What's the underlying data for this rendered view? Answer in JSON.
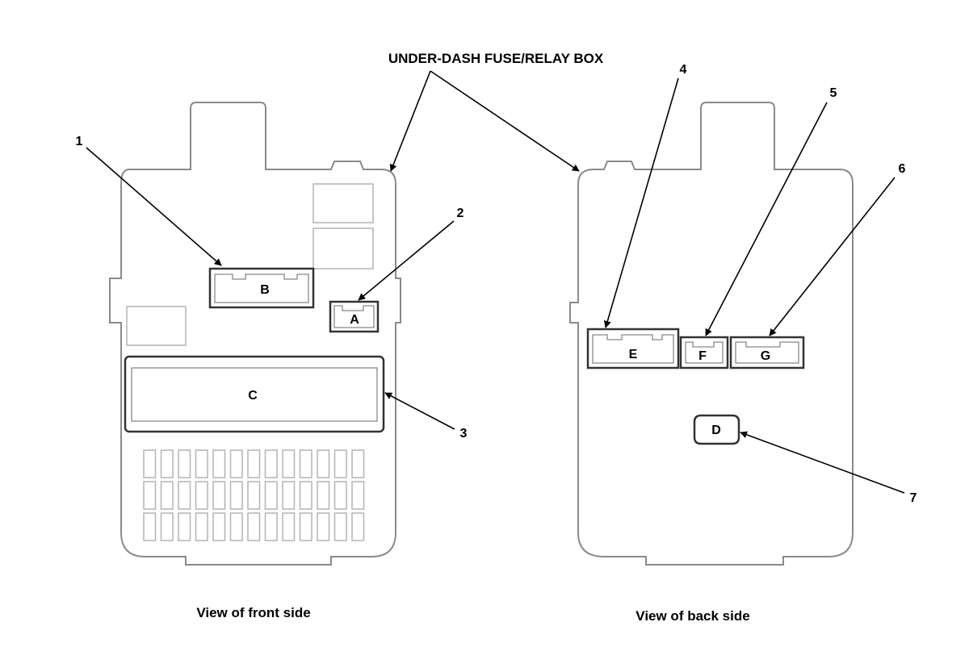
{
  "title": "UNDER-DASH FUSE/RELAY BOX",
  "captions": {
    "front": "View of front side",
    "back": "View of back side"
  },
  "callouts": [
    "1",
    "2",
    "3",
    "4",
    "5",
    "6",
    "7"
  ],
  "connectors": {
    "a": "A",
    "b": "B",
    "c": "C",
    "d": "D",
    "e": "E",
    "f": "F",
    "g": "G"
  }
}
